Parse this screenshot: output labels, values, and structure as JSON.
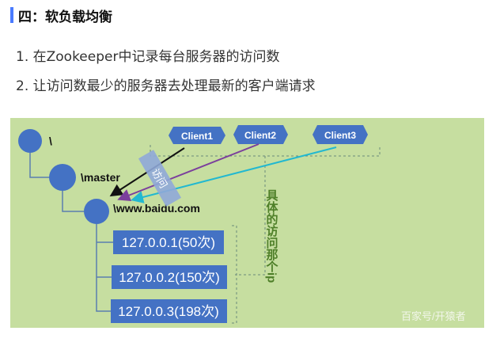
{
  "heading": "四：软负载均衡",
  "list": [
    "1. 在Zookeeper中记录每台服务器的访问数",
    "2. 让访问数最少的服务器去处理最新的客户端请求"
  ],
  "diagram": {
    "nodes": [
      "\\",
      "\\master",
      "\\www.baidu.com"
    ],
    "servers": [
      "127.0.0.1(50次)",
      "127.0.0.2(150次)",
      "127.0.0.3(198次)"
    ],
    "clients": [
      "Client1",
      "Client2",
      "Client3"
    ],
    "access_label": "访问",
    "side_note": "具体的访问那个ip",
    "watermark": "百家号/开猿者",
    "colors": {
      "background": "#c6dea0",
      "node": "#4472c4",
      "client1_arrow": "#111111",
      "client2_arrow": "#7b3f9c",
      "client3_arrow": "#22b8d0",
      "note": "#4e7f28"
    }
  }
}
